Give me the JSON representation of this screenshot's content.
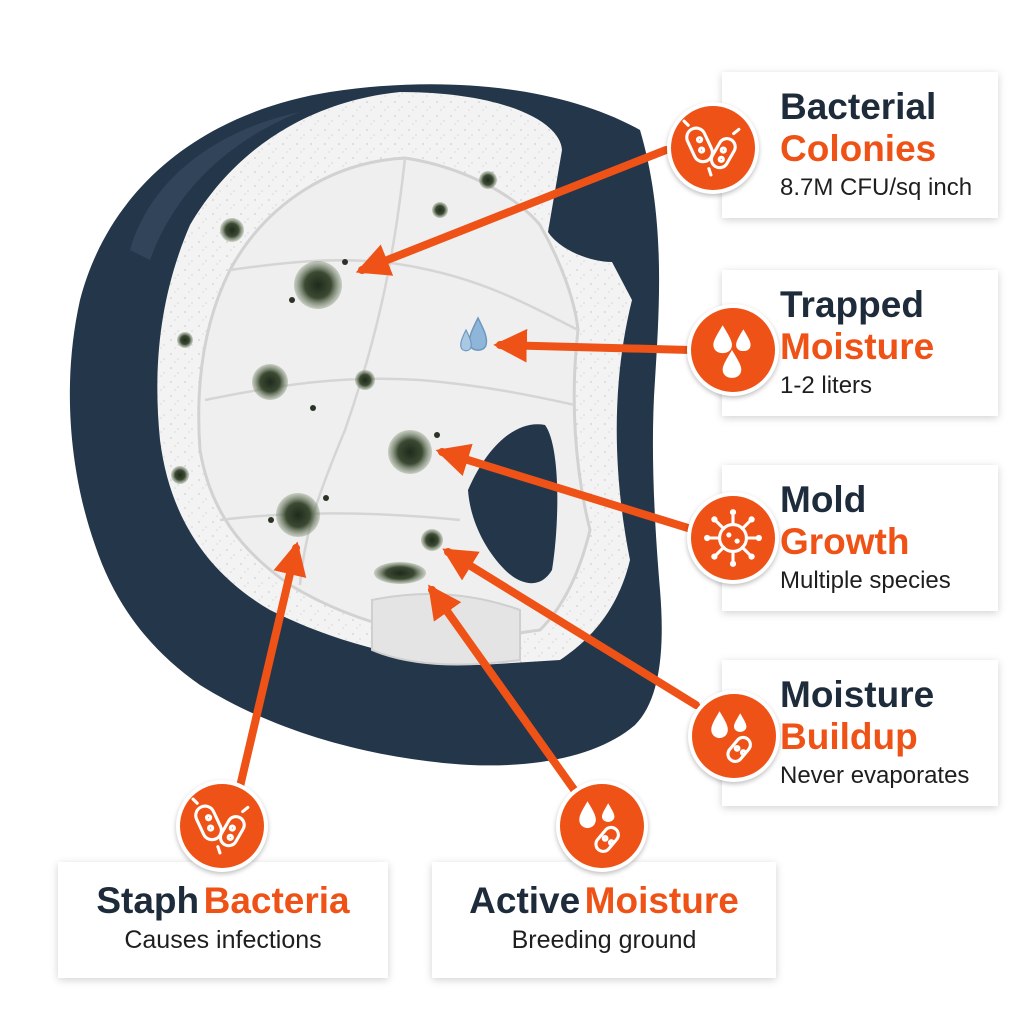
{
  "colors": {
    "accent": "#ef5216",
    "dark": "#1d2b3b",
    "helmet_shell": "#24364a",
    "liner": "#efefef"
  },
  "callouts": [
    {
      "title_dark": "Bacterial",
      "title_accent": "Colonies",
      "detail": "8.7M CFU/sq inch",
      "icon": "bacteria-icon"
    },
    {
      "title_dark": "Trapped",
      "title_accent": "Moisture",
      "detail": "1-2 liters",
      "icon": "water-drops-icon"
    },
    {
      "title_dark": "Mold",
      "title_accent": "Growth",
      "detail": "Multiple species",
      "icon": "mold-spore-icon"
    },
    {
      "title_dark": "Moisture",
      "title_accent": "Buildup",
      "detail": "Never evaporates",
      "icon": "drops-bacteria-icon"
    },
    {
      "title_dark": "Staph",
      "title_accent": "Bacteria",
      "detail": "Causes infections",
      "icon": "bacteria-icon"
    },
    {
      "title_dark": "Active",
      "title_accent": "Moisture",
      "detail": "Breeding ground",
      "icon": "drops-bacteria-icon"
    }
  ]
}
